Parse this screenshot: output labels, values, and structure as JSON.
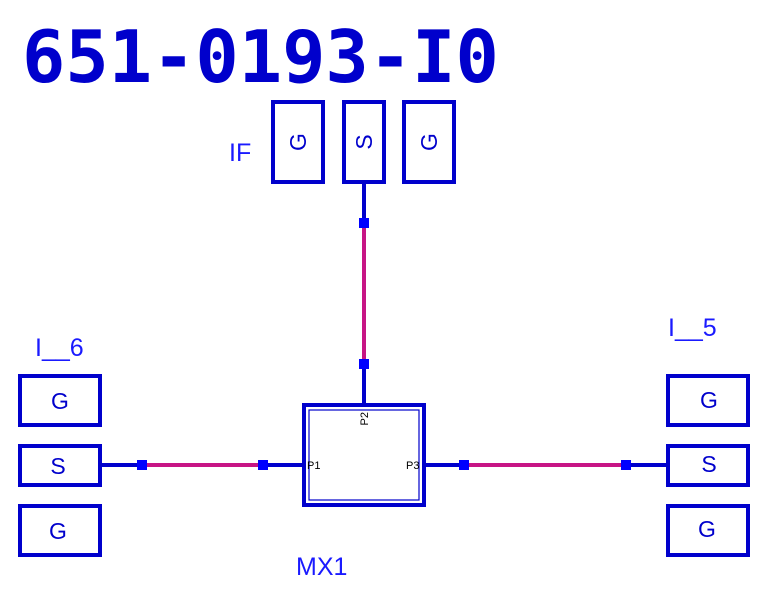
{
  "title": "651-0193-I0",
  "colors": {
    "component": "#0000cc",
    "label": "#1a1aff",
    "trace": "#c71585",
    "node": "#0000ff"
  },
  "components": {
    "if_port": {
      "label": "IF",
      "pins": [
        "G",
        "S",
        "G"
      ]
    },
    "left_port": {
      "label": "I__6",
      "pins": [
        "G",
        "S",
        "G"
      ]
    },
    "right_port": {
      "label": "I__5",
      "pins": [
        "G",
        "S",
        "G"
      ]
    },
    "mixer": {
      "label": "MX1",
      "ports": [
        "P1",
        "P2",
        "P3"
      ]
    }
  }
}
